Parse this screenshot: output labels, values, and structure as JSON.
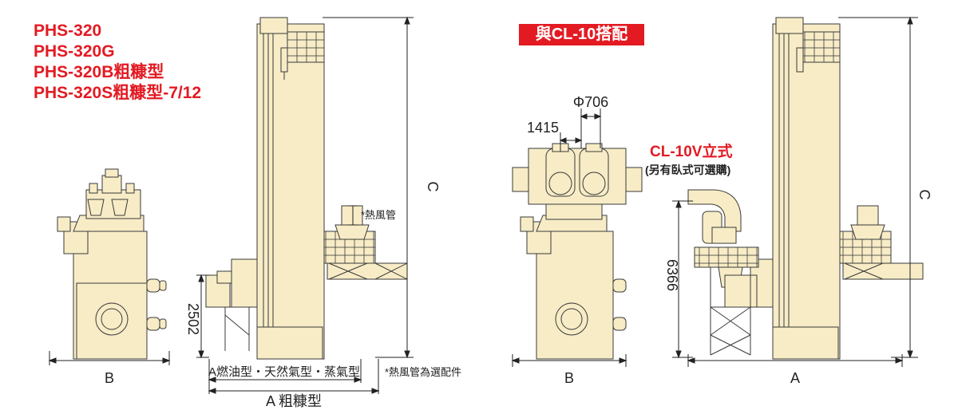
{
  "models": {
    "line1": "PHS-320",
    "line2": "PHS-320G",
    "line3": "PHS-320B粗糠型",
    "line4": "PHS-320S粗糠型-7/12"
  },
  "badge": "與CL-10搭配",
  "left_view": {
    "dim_b": "B",
    "dim_c": "C",
    "dim_2502": "2502",
    "hot_air_pipe": "*熱風管",
    "dim_a_label": "A燃油型・天然氣型・蒸氣型",
    "dim_a_rice": "A 粗糠型",
    "note": "*熱風管為選配件"
  },
  "right_view": {
    "dim_phi": "Φ706",
    "dim_1415": "1415",
    "cl_title": "CL-10V立式",
    "cl_sub": "(另有臥式可選購)",
    "dim_6366": "6366",
    "dim_c": "C",
    "dim_b": "B",
    "dim_a": "A"
  },
  "colors": {
    "body": "#f7ecc6",
    "outline": "#3a3a3a",
    "accent_red": "#e31a22"
  }
}
